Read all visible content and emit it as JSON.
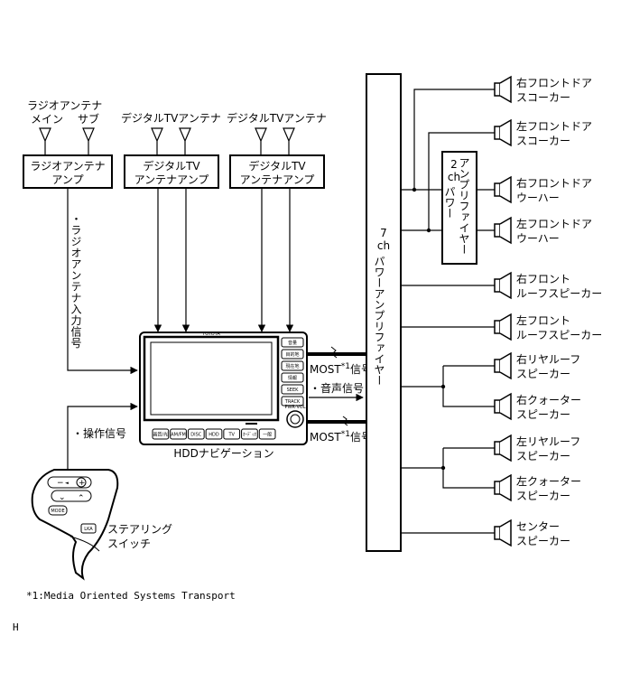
{
  "antennas": {
    "radio_main": "ラジオアンテナ",
    "radio_main_line2": "メイン",
    "radio_sub": "サブ",
    "digital_tv_1": "デジタルTVアンテナ",
    "digital_tv_2": "デジタルTVアンテナ"
  },
  "amps": {
    "radio_amp_line1": "ラジオアンテナ",
    "radio_amp_line2": "アンプ",
    "tv_amp1_line1": "デジタルTV",
    "tv_amp1_line2": "アンテナアンプ",
    "tv_amp2_line1": "デジタルTV",
    "tv_amp2_line2": "アンテナアンプ"
  },
  "signals": {
    "radio_input": "・ラジオアンテナ入力信号",
    "operation": "・操作信号",
    "most_top": "MOST",
    "most_top_sup": "*1",
    "most_top_suffix": "信号",
    "audio": "・音声信号",
    "most_bottom": "MOST",
    "most_bottom_sup": "*1",
    "most_bottom_suffix": "信号"
  },
  "navigation": {
    "label": "HDDナビゲーション",
    "brand": "TOYOTA",
    "side_buttons": [
      "音量",
      "目的地",
      "現在地",
      "情報",
      "SEEK",
      "TRACK"
    ],
    "bottom_buttons": [
      "画質/光",
      "AM/FM",
      "DISC",
      "HDD",
      "TV",
      "ｵｰﾃﾞｨｵ",
      "一般"
    ],
    "knob_label": "PWR·VOL"
  },
  "steering": {
    "label_line1": "ステアリング",
    "label_line2": "スイッチ",
    "mode": "MODE",
    "lka": "LKA"
  },
  "power_amp_7ch": {
    "ch": "7",
    "ch_unit": "ch",
    "label": "パワーアンプリファイヤー"
  },
  "power_amp_2ch": {
    "ch": "2",
    "ch_unit": "ch",
    "label": "パワー",
    "label2": "アンプリファイヤー"
  },
  "speakers": [
    {
      "line1": "右フロントドア",
      "line2": "スコーカー"
    },
    {
      "line1": "左フロントドア",
      "line2": "スコーカー"
    },
    {
      "line1": "右フロントドア",
      "line2": "ウーハー"
    },
    {
      "line1": "左フロントドア",
      "line2": "ウーハー"
    },
    {
      "line1": "右フロント",
      "line2": "ルーフスピーカー"
    },
    {
      "line1": "左フロント",
      "line2": "ルーフスピーカー"
    },
    {
      "line1": "右リヤルーフ",
      "line2": "スピーカー"
    },
    {
      "line1": "右クォーター",
      "line2": "スピーカー"
    },
    {
      "line1": "左リヤルーフ",
      "line2": "スピーカー"
    },
    {
      "line1": "左クォーター",
      "line2": "スピーカー"
    },
    {
      "line1": "センター",
      "line2": "スピーカー"
    }
  ],
  "footnote": "*1:Media Oriented Systems Transport",
  "corner_mark": "H"
}
